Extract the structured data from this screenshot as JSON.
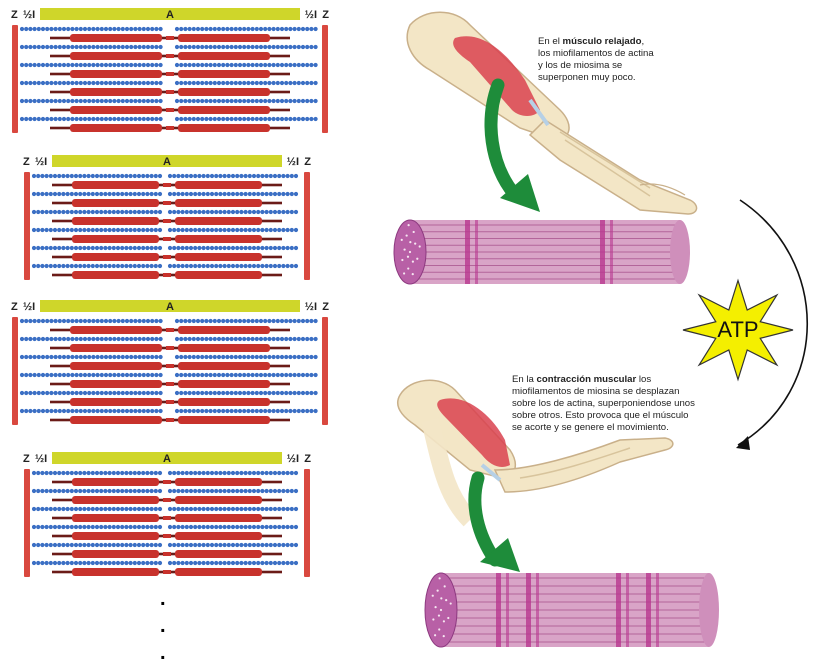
{
  "sarcomeres": [
    {
      "z_left": "Z",
      "half_i_left": "½I",
      "a_band": "A",
      "half_i_right": "½I",
      "z_right": "Z",
      "state": "relaxed"
    },
    {
      "z_left": "Z",
      "half_i_left": "½I",
      "a_band": "A",
      "half_i_right": "½I",
      "z_right": "Z",
      "state": "contracting"
    },
    {
      "z_left": "Z",
      "half_i_left": "½I",
      "a_band": "A",
      "half_i_right": "½I",
      "z_right": "Z",
      "state": "relaxed"
    },
    {
      "z_left": "Z",
      "half_i_left": "½I",
      "a_band": "A",
      "half_i_right": "½I",
      "z_right": "Z",
      "state": "contracting"
    }
  ],
  "continuation_dots": [
    ".",
    ".",
    "."
  ],
  "relaxed_caption": {
    "prefix": "En el ",
    "bold": "músculo relajado",
    "suffix": ",",
    "lines": [
      "los miofilamentos de actina",
      "y los de miosima se",
      "superponen muy poco."
    ]
  },
  "contracted_caption": {
    "prefix": "En la ",
    "bold": "contracción muscular",
    "suffix": " los",
    "lines": [
      "miofilamentos de miosina se desplazan",
      "sobre los de actina, superponiendose unos",
      "sobre otros. Esto provoca que el músculo",
      "se acorte y se genere el movimiento."
    ]
  },
  "atp_label": "ATP",
  "colors": {
    "band_yellow": "#cfd62a",
    "z_red": "#d9483f",
    "myosin_red": "#c8322c",
    "actin_blue": "#3b6fc4",
    "muscle_red": "#d7444f",
    "bone": "#f1e4c0",
    "fiber_pink": "#d9a4c7",
    "fiber_stripe": "#b8378f",
    "arrow_green": "#1e8c3a",
    "atp_yellow": "#f4ef00"
  }
}
